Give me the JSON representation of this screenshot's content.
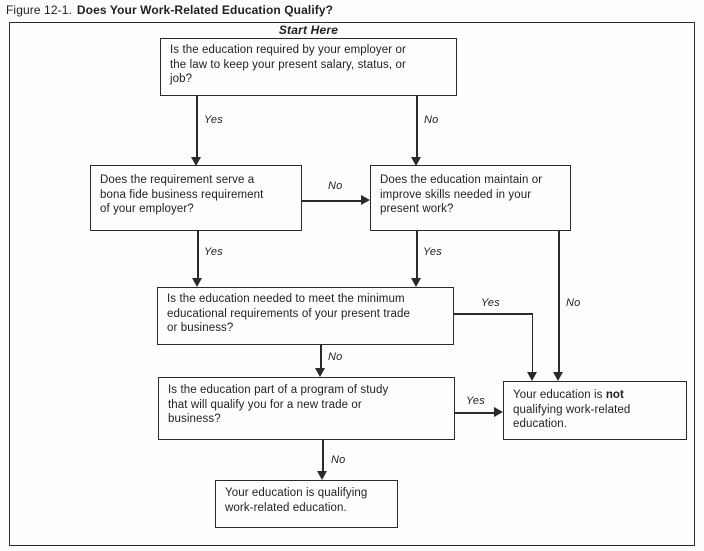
{
  "figure": {
    "title_prefix": "Figure 12-1.",
    "title": "Does Your Work-Related Education Qualify?",
    "start_label": "Start Here"
  },
  "nodes": {
    "q1_education_required": {
      "lines": [
        "Is the education required by your employer or",
        "the law to keep your present salary, status, or",
        "job?"
      ]
    },
    "q2_bona_fide_requirement": {
      "lines": [
        "Does the requirement serve a",
        "bona fide business requirement",
        "of your employer?"
      ]
    },
    "q3_maintain_improve_skills": {
      "lines": [
        "Does the education maintain or",
        "improve skills needed in your",
        "present work?"
      ]
    },
    "q4_minimum_requirements": {
      "lines": [
        "Is the education needed to meet the minimum",
        "educational requirements of your present trade",
        "or business?"
      ]
    },
    "q5_new_trade_program": {
      "lines": [
        "Is the education part of a program of study",
        "that will qualify you for a new trade or",
        "business?"
      ]
    },
    "not_qualifying": {
      "before_bold": "Your education is ",
      "bold": "not",
      "lines_after": [
        "qualifying work-related",
        "education."
      ]
    },
    "qualifying": {
      "lines": [
        "Your education is qualifying",
        "work-related education."
      ]
    }
  },
  "edge_labels": {
    "q1_yes": "Yes",
    "q1_no": "No",
    "q2_no": "No",
    "q2_yes": "Yes",
    "q3_yes": "Yes",
    "q3_no": "No",
    "q4_yes": "Yes",
    "q4_no": "No",
    "q5_yes": "Yes",
    "q5_no": "No"
  },
  "colors": {
    "line": "#2a2a2a",
    "text": "#1f1f1f",
    "background": "#fdfdfd"
  }
}
